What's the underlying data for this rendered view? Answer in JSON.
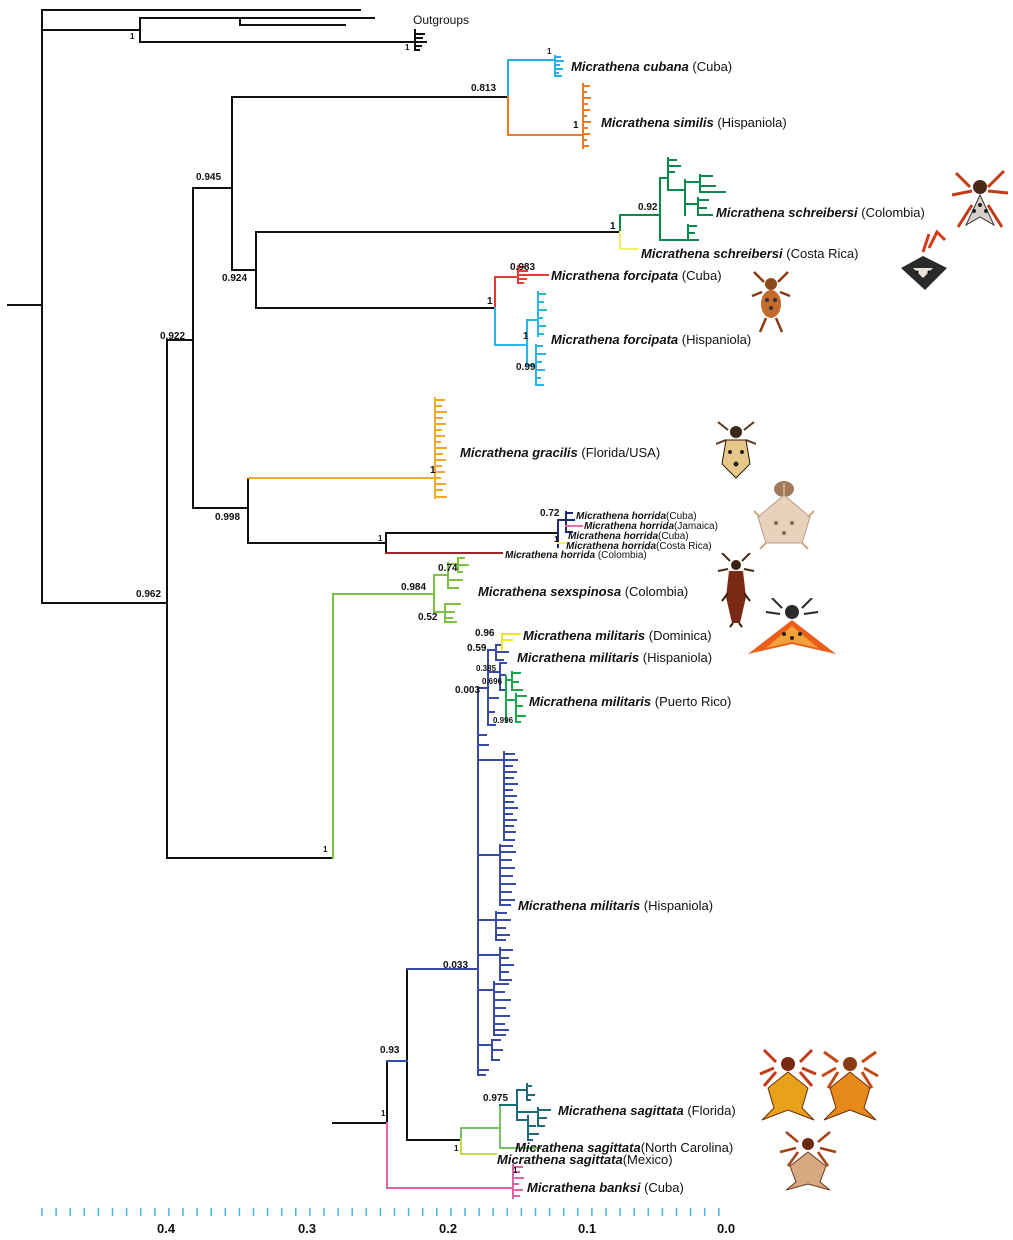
{
  "outgroups_label": "Outgroups",
  "taxa": [
    {
      "species": "Micrathena cubana",
      "loc": "(Cuba)"
    },
    {
      "species": "Micrathena similis",
      "loc": "(Hispaniola)"
    },
    {
      "species": "Micrathena schreibersi",
      "loc": "(Colombia)"
    },
    {
      "species": "Micrathena schreibersi",
      "loc": "(Costa Rica)"
    },
    {
      "species": "Micrathena forcipata",
      "loc": "(Cuba)"
    },
    {
      "species": "Micrathena forcipata",
      "loc": "(Hispaniola)"
    },
    {
      "species": "Micrathena gracilis",
      "loc": "(Florida/USA)"
    },
    {
      "species": "Micrathena horrida",
      "loc": "(Cuba)"
    },
    {
      "species": "Micrathena horrida",
      "loc": "(Jamaica)"
    },
    {
      "species": "Micrathena horrida",
      "loc": "(Cuba)"
    },
    {
      "species": "Micrathena horrida",
      "loc": "(Costa Rica)"
    },
    {
      "species": "Micrathena horrida",
      "loc": "(Colombia)"
    },
    {
      "species": "Micrathena sexspinosa",
      "loc": "(Colombia)"
    },
    {
      "species": "Micrathena militaris",
      "loc": "(Dominica)"
    },
    {
      "species": "Micrathena militaris",
      "loc": "(Hispaniola)"
    },
    {
      "species": "Micrathena militaris",
      "loc": "(Puerto Rico)"
    },
    {
      "species": "Micrathena militaris",
      "loc": "(Hispaniola)"
    },
    {
      "species": "Micrathena sagittata",
      "loc": "(Florida)"
    },
    {
      "species": "Micrathena sagittata",
      "loc": "(North Carolina)"
    },
    {
      "species": "Micrathena sagittata",
      "loc": "(Mexico)"
    },
    {
      "species": "Micrathena banksi",
      "loc": "(Cuba)"
    }
  ],
  "support_values": [
    "1",
    "1",
    "1",
    "0.813",
    "1",
    "0.945",
    "0.92",
    "1",
    "0.924",
    "0.983",
    "1",
    "1",
    "0.99",
    "0.922",
    "1",
    "0.998",
    "0.72",
    "1",
    "1",
    "0.962",
    "0.74",
    "0.984",
    "0.52",
    "0.96",
    "0.59",
    "0.385",
    "0.696",
    "0.003",
    "0.996",
    "1",
    "0.033",
    "0.93",
    "0.975",
    "1",
    "1",
    "1"
  ],
  "axis": {
    "ticks": [
      "0.4",
      "0.3",
      "0.2",
      "0.1",
      "0.0"
    ]
  },
  "colors": {
    "backbone": "#111111",
    "cubana": "#29aee6",
    "similis": "#ef7a22",
    "schreibersi_col": "#0a8a4a",
    "schreibersi_cr": "#f2ef6a",
    "forcipata_cuba": "#e83b33",
    "forcipata_hisp": "#29b6e6",
    "gracilis": "#f2a82a",
    "horrida": "#1f2a6e",
    "horrida_jam": "#e96bb0",
    "horrida_col": "#9a2727",
    "sexspinosa": "#7cc242",
    "militaris_dom": "#f5e620",
    "militaris_pr": "#15a84c",
    "militaris_hisp": "#3a4aa7",
    "sagittata_fl": "#1b6b7a",
    "sagittata_nc": "#79c26b",
    "sagittata_mx": "#c9dc44",
    "banksi": "#e263a5",
    "axis": "#49b6e6"
  }
}
